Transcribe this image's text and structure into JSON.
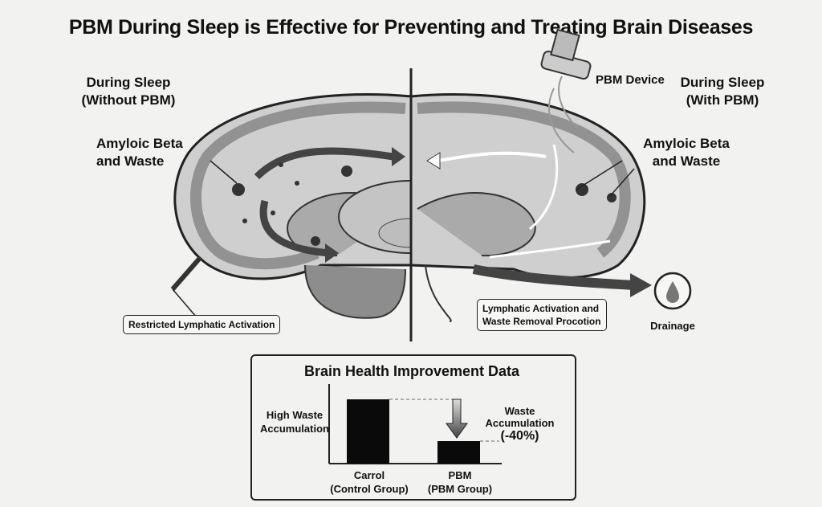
{
  "title": "PBM During Sleep is Effective for Preventing and Treating Brain Diseases",
  "left_panel": {
    "heading_line1": "During Sleep",
    "heading_line2": "(Without PBM)",
    "waste_label_line1": "Amyloic Beta",
    "waste_label_line2": "and Waste",
    "callout": "Restricted Lymphatic Activation"
  },
  "right_panel": {
    "device_label": "PBM Device",
    "heading_line1": "During Sleep",
    "heading_line2": "(With PBM)",
    "waste_label_line1": "Amyloic Beta",
    "waste_label_line2": "and Waste",
    "callout_line1": "Lymphatic Activation and",
    "callout_line2": "Waste Removal Procotion",
    "drainage_label": "Drainage",
    "drainage_icon": "droplet-icon"
  },
  "chart_data": {
    "type": "bar",
    "title": "Brain Health Improvement Data",
    "ylabel_line1": "High Waste",
    "ylabel_line2": "Accumulation",
    "categories": [
      {
        "line1": "Carrol",
        "line2": "(Control Group)"
      },
      {
        "line1": "PBM",
        "line2": "(PBM Group)"
      }
    ],
    "values": [
      100,
      35
    ],
    "ylim": [
      0,
      100
    ],
    "annotation_line1": "Waste Accumulation",
    "annotation_line2": "(-40%)",
    "grid": false,
    "colors": {
      "bar": "#0a0a0a"
    }
  }
}
